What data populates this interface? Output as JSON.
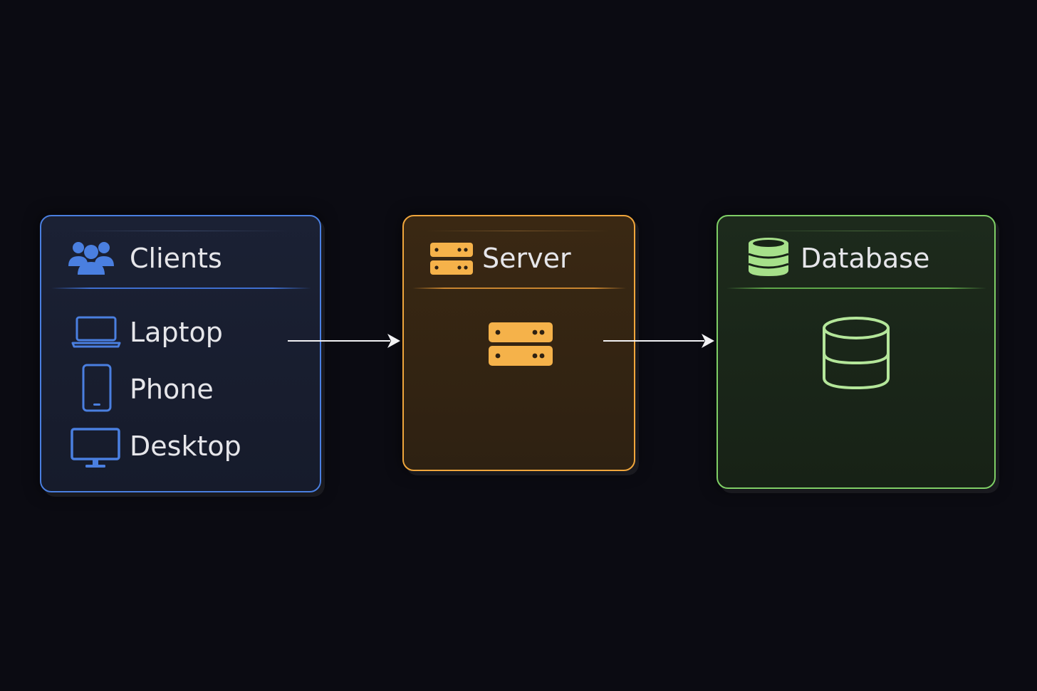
{
  "nodes": {
    "clients": {
      "title": "Clients",
      "icon": "users-icon",
      "accent": "#4a7fe0",
      "items": [
        {
          "label": "Laptop",
          "icon": "laptop-icon"
        },
        {
          "label": "Phone",
          "icon": "phone-icon"
        },
        {
          "label": "Desktop",
          "icon": "desktop-icon"
        }
      ]
    },
    "server": {
      "title": "Server",
      "icon": "server-icon",
      "accent": "#f0a63c"
    },
    "database": {
      "title": "Database",
      "icon": "database-icon",
      "accent": "#7fcf66"
    }
  },
  "edges": [
    {
      "from": "clients",
      "to": "server"
    },
    {
      "from": "server",
      "to": "database"
    }
  ]
}
